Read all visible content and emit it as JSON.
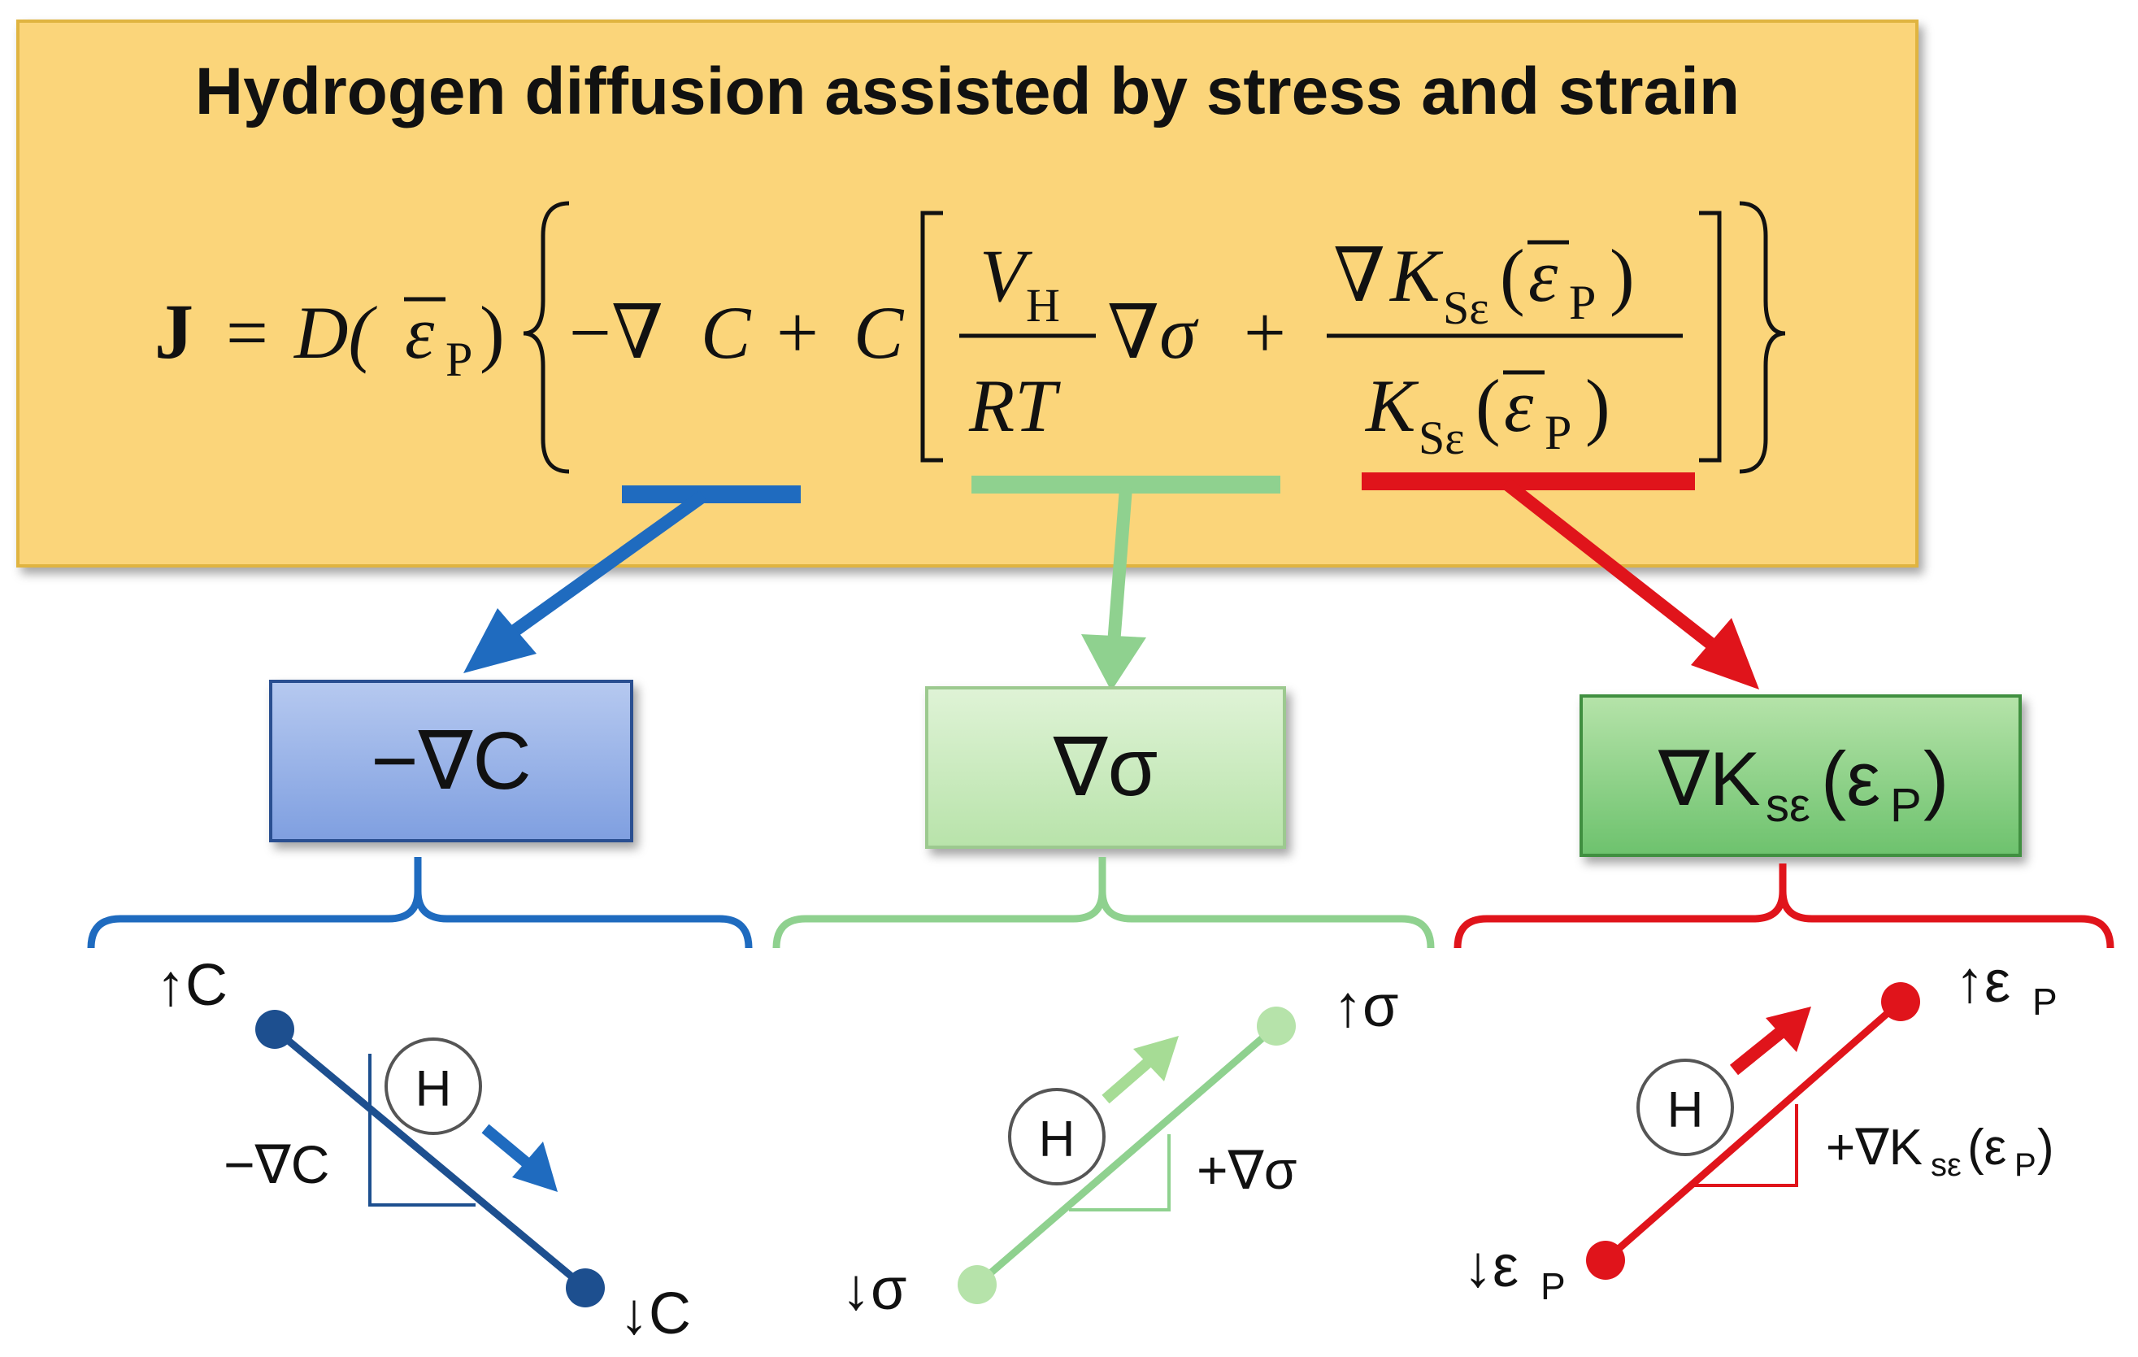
{
  "title": "Hydrogen diffusion assisted by stress and strain",
  "equation": {
    "lhs": "J",
    "equals": "=",
    "D": "D(",
    "eps": "ε",
    "P": "P",
    "close_paren": ")",
    "minus_grad": "−∇",
    "C": "C",
    "plus": "+",
    "C2": "C",
    "V": "V",
    "H_sub": "H",
    "RT": "RT",
    "grad_sigma": "∇σ",
    "plus2": "+",
    "grad_K": "∇",
    "K": "K",
    "Se": "Sε",
    "num_arg_open": "(",
    "num_arg_close": ")",
    "den_arg_open": "(",
    "den_arg_close": ")"
  },
  "colors": {
    "title_box": "#fbd57a",
    "blue": "#1f6bbf",
    "dark_blue": "#1d4f8f",
    "light_green": "#8fd18f",
    "green_box": "#78c978",
    "red": "#e0141b"
  },
  "terms": {
    "concentration": {
      "box_label": "−∇C",
      "high": "↑C",
      "low": "↓C",
      "gradient": "−∇C",
      "particle": "H"
    },
    "stress": {
      "box_label": "∇σ",
      "high": "↑σ",
      "low": "↓σ",
      "gradient": "+∇σ",
      "particle": "H"
    },
    "strain": {
      "box_grad": "∇K",
      "box_sub": "sε",
      "box_open": "(ε",
      "box_sub2": "P",
      "box_close": ")",
      "high_arrow": "↑ε",
      "high_sub": "P",
      "low_arrow": "↓ε",
      "low_sub": "P",
      "grad_text": "+∇K",
      "grad_sub": "sε",
      "grad_open": "(ε",
      "grad_sub2": "P",
      "grad_close": ")",
      "particle": "H"
    }
  }
}
